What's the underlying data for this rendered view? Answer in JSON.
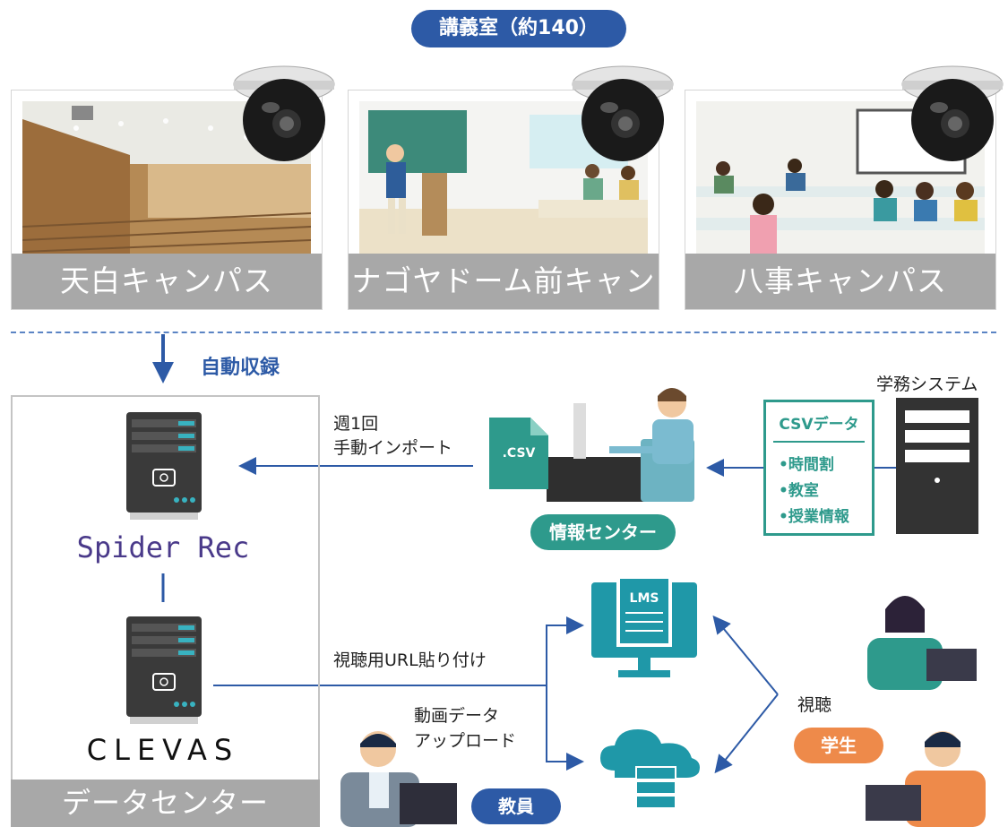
{
  "header": {
    "title": "講義室（約140）"
  },
  "rooms": [
    {
      "label": "天白キャンパス"
    },
    {
      "label": "ナゴヤドーム前キャンパス"
    },
    {
      "label": "八事キャンパス"
    }
  ],
  "flow": {
    "auto_record": "自動収録"
  },
  "datacenter": {
    "label": "データセンター",
    "server1_name": "Spider Rec",
    "server2_name": "CLEVAS"
  },
  "import": {
    "line1": "週1回",
    "line2": "手動インポート"
  },
  "info_center": {
    "label": "情報センター",
    "file_label": ".CSV"
  },
  "academic_system": {
    "label": "学務システム"
  },
  "csv_box": {
    "title": "CSVデータ",
    "items": [
      "•時間割",
      "•教室",
      "•授業情報"
    ]
  },
  "lms": {
    "label": "LMS"
  },
  "links": {
    "url_paste": "視聴用URL貼り付け",
    "upload_line1": "動画データ",
    "upload_line2": "アップロード",
    "view": "視聴"
  },
  "roles": {
    "student": "学生",
    "teacher": "教員"
  },
  "colors": {
    "blue_pill": "#2d5aa6",
    "teal_pill": "#2e9a8c",
    "orange_pill": "#ee8a4a",
    "arrow": "#2d5aa6",
    "teal_icon": "#1f98a8"
  }
}
